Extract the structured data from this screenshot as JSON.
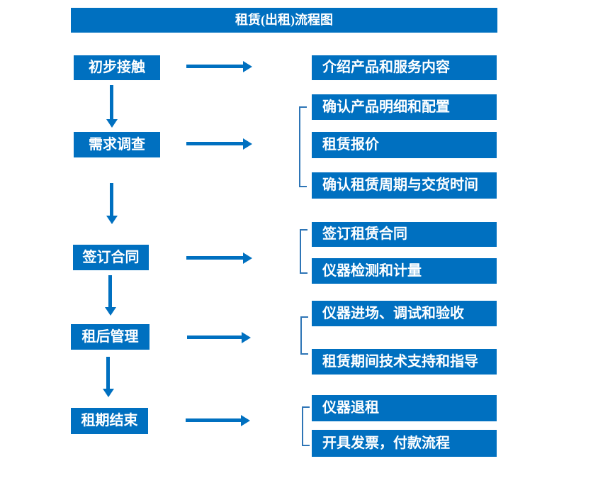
{
  "title": "租赁(出租)流程图",
  "colors": {
    "box_blue": "#0070C0",
    "bracket_blue": "#2E75B6",
    "text_white": "#FFFFFF",
    "background": "#FFFFFF"
  },
  "stages": [
    {
      "label": "初步接触",
      "outputs": [
        "介绍产品和服务内容"
      ]
    },
    {
      "label": "需求调查",
      "outputs": [
        "确认产品明细和配置",
        "租赁报价",
        "确认租赁周期与交货时间"
      ]
    },
    {
      "label": "签订合同",
      "outputs": [
        "签订租赁合同",
        "仪器检测和计量"
      ]
    },
    {
      "label": "租后管理",
      "outputs": [
        "仪器进场、调试和验收",
        "租赁期间技术支持和指导"
      ]
    },
    {
      "label": "租期结束",
      "outputs": [
        "仪器退租",
        "开具发票，付款流程"
      ]
    }
  ]
}
